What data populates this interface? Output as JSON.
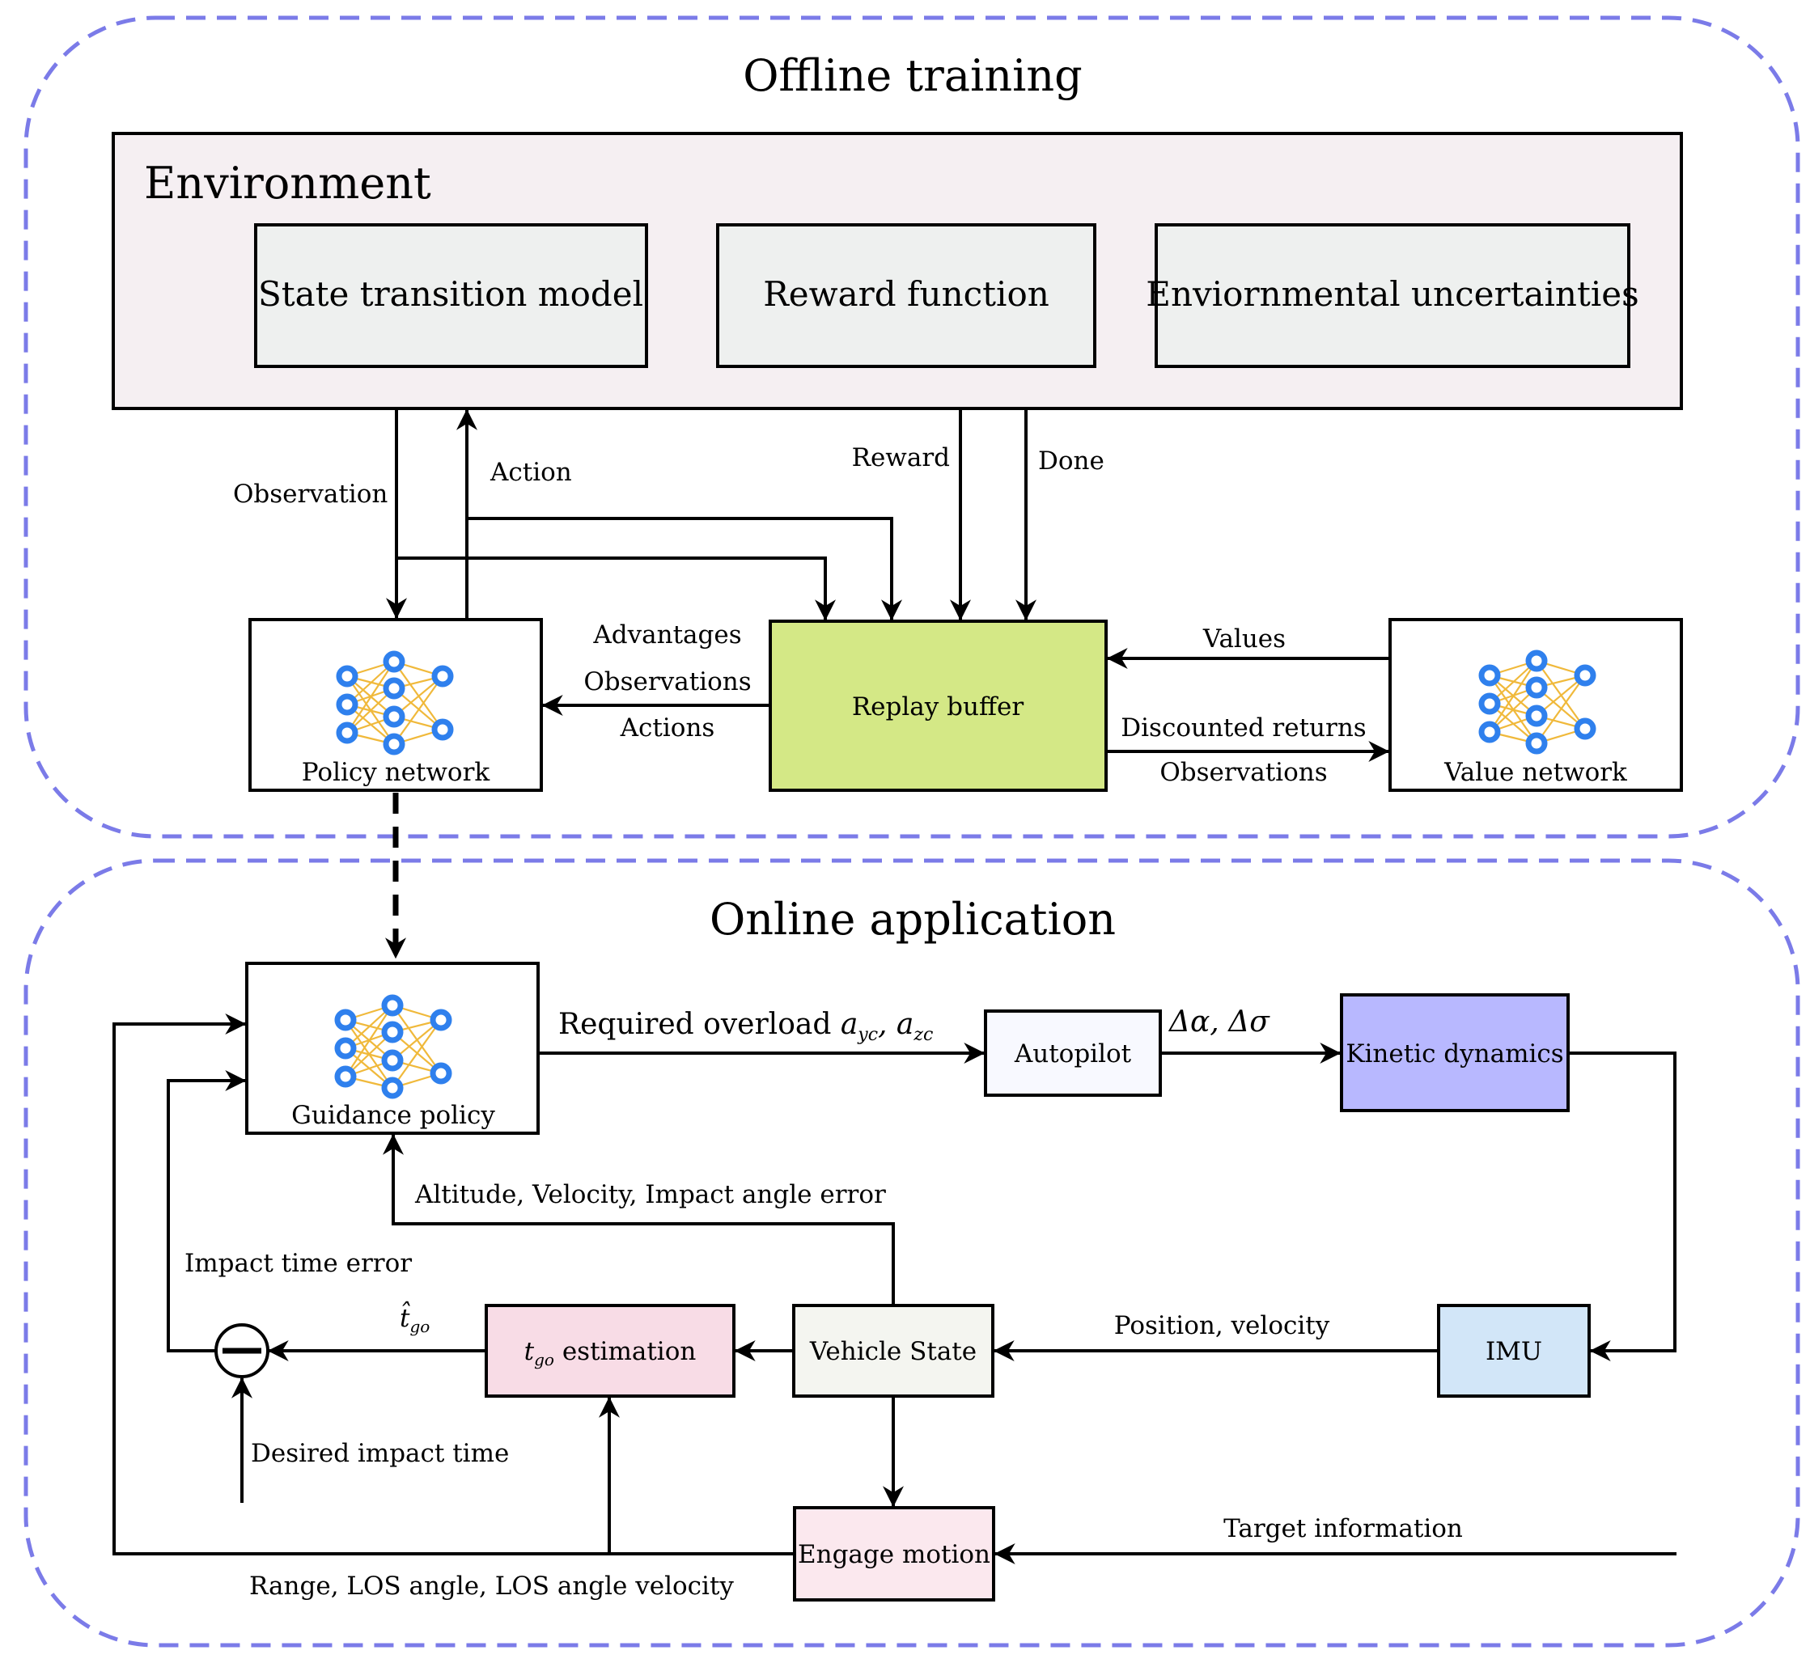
{
  "colors": {
    "region_border": "#7b7be8",
    "environment_fill": "#f5eff2",
    "env_component_fill": "#eef0ef",
    "replay_buffer_fill": "#d4e886",
    "autopilot_fill": "#f8f9ff",
    "kinetic_fill": "#b8b8ff",
    "imu_fill": "#d2e6f8",
    "vehicle_state_fill": "#f4f5f0",
    "tgo_fill": "#f8dce6",
    "engage_fill": "#fbe8ee",
    "nn_node": "#2f80ed",
    "nn_edge": "#f0b93b"
  },
  "offline": {
    "title": "Offline training",
    "environment": {
      "title": "Environment",
      "components": [
        "State transition model",
        "Reward function",
        "Enviornmental uncertainties"
      ]
    },
    "labels": {
      "observation": "Observation",
      "action": "Action",
      "reward": "Reward",
      "done": "Done",
      "advantages": "Advantages",
      "observations": "Observations",
      "actions": "Actions",
      "values": "Values",
      "discounted_returns": "Discounted returns",
      "observations2": "Observations"
    },
    "policy_network": "Policy network",
    "replay_buffer": "Replay buffer",
    "value_network": "Value network"
  },
  "online": {
    "title": "Online application",
    "guidance_policy": "Guidance policy",
    "required_overload": "Required overload ",
    "overload_symbol_a": "a",
    "overload_sub_1": "yc",
    "overload_sep": ", a",
    "overload_sub_2": "zc",
    "autopilot": "Autopilot",
    "delta_label": "Δα, Δσ",
    "kinetic_dynamics": "Kinetic dynamics",
    "altitude_label": "Altitude, Velocity, Impact angle error",
    "impact_time_error": "Impact time error",
    "tgo_hat_symbol": "t̂",
    "tgo_hat_sub": "go",
    "tgo_symbol": "t",
    "tgo_sub": "go",
    "tgo_estimation_text": " estimation",
    "vehicle_state": "Vehicle State",
    "position_velocity": "Position, velocity",
    "imu": "IMU",
    "desired_impact_time": "Desired impact time",
    "engage_motion": "Engage motion",
    "target_information": "Target information",
    "range_label": "Range, LOS angle, LOS angle velocity"
  }
}
